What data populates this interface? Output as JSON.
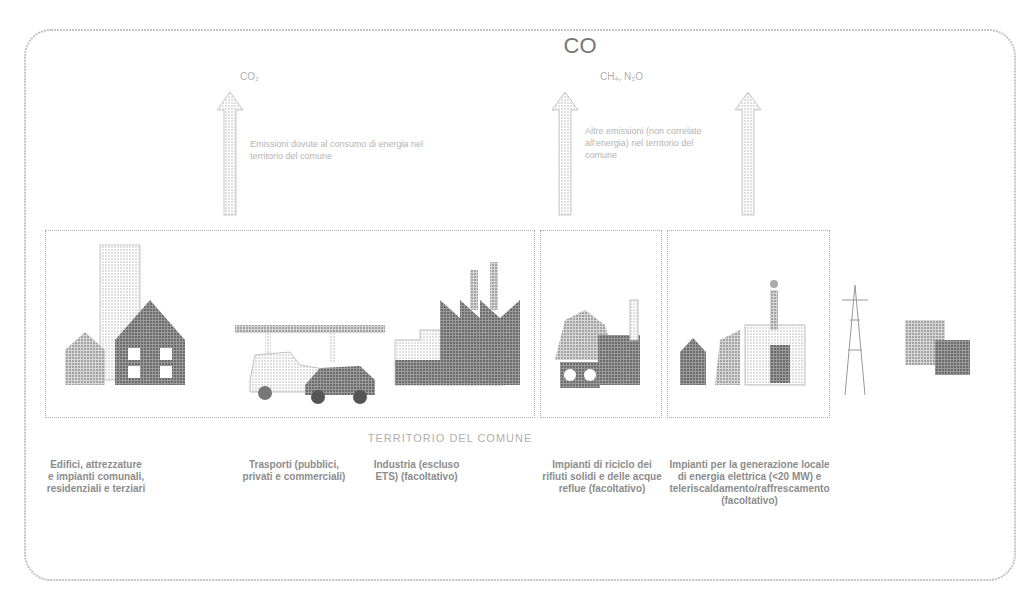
{
  "diagram": {
    "title": "CO",
    "nodes": [
      {
        "text": [
          "CO"
        ]
      },
      {
        "text": [
          "Edifici, attrezzature e impianti comunali, residenziali e terziari",
          "Trasporti (pubblici, privati e commerciali)",
          "Industria (escluso ETS) (facoltativo)"
        ],
        "in": 0
      },
      {
        "text": [
          "Impianti di riciclo dei rifiuti solidi e delle acque reflue (facoltativo)"
        ],
        "in": 0
      },
      {
        "text": [
          "Impianti per la generazione locale di energia elettrica (<20 MW) e teleriscaldamento/raffrescamento (facoltativo)"
        ],
        "in": 0
      }
    ],
    "labels": [
      "TERRITORIO DEL COMUNE",
      "CO₂",
      "Emissioni dovute al consumo di energia nel territorio del comune",
      "CH₄, N₂O",
      "Altre emissioni (non correlate all'energia) nel territorio del comune"
    ]
  }
}
